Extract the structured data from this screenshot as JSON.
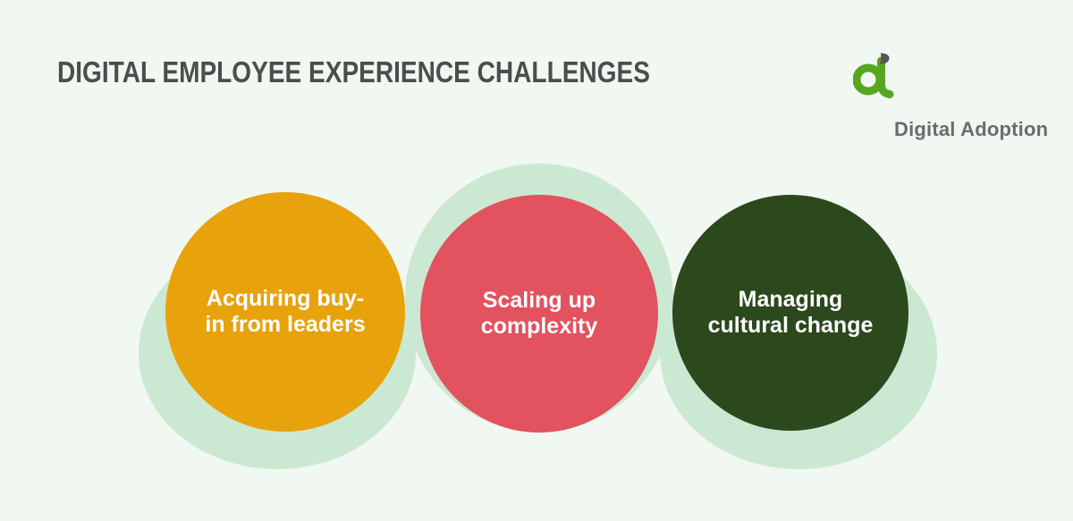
{
  "header": {
    "title": "DIGITAL EMPLOYEE EXPERIENCE CHALLENGES"
  },
  "logo": {
    "text": "Digital Adoption",
    "icon": "digital-adoption-a-leaf-icon",
    "icon_green": "#57A620",
    "leaf_gray": "#54565A",
    "text_color": "#6A6C6F"
  },
  "colors": {
    "background": "#F0F8F1",
    "mint_wave": "#CBE8D3",
    "title_text": "#4A4F4C",
    "circle_text": "#FFFFFF",
    "circle1": "#E8A20C",
    "circle2": "#E2525F",
    "circle3": "#2C481D"
  },
  "challenges": [
    {
      "line1": "Acquiring buy-",
      "line2": "in from leaders",
      "color": "#E8A20C"
    },
    {
      "line1": "Scaling up",
      "line2": "complexity",
      "color": "#E2525F"
    },
    {
      "line1": "Managing",
      "line2": "cultural change",
      "color": "#2C481D"
    }
  ]
}
